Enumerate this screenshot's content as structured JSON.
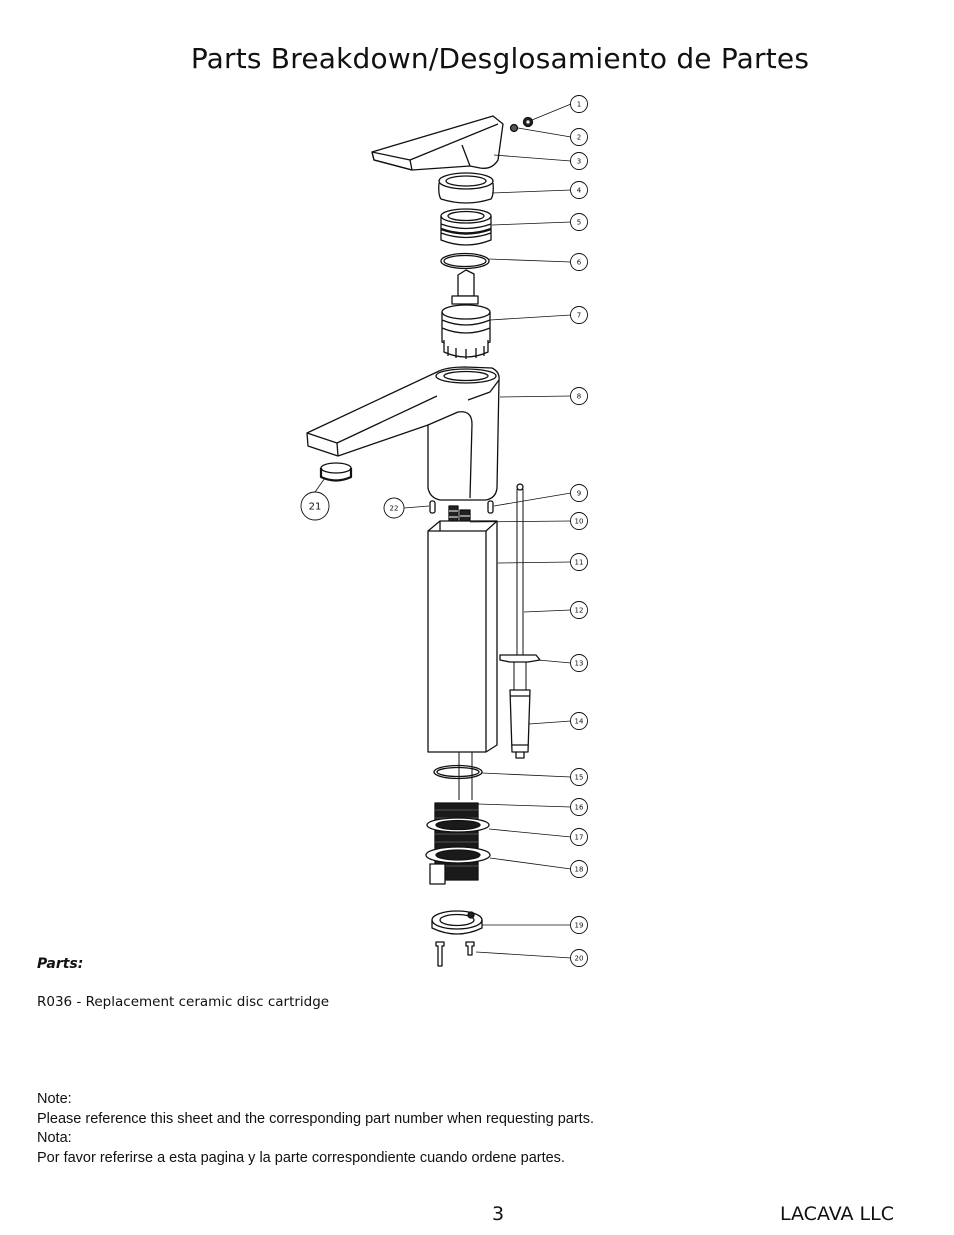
{
  "title": "Parts Breakdown/Desglosamiento de Partes",
  "diagram": {
    "callouts": [
      "1",
      "2",
      "3",
      "4",
      "5",
      "6",
      "7",
      "8",
      "9",
      "10",
      "11",
      "12",
      "13",
      "14",
      "15",
      "16",
      "17",
      "18",
      "19",
      "20",
      "21",
      "22"
    ]
  },
  "parts": {
    "heading": "Parts:",
    "items": [
      "R036 - Replacement ceramic disc cartridge"
    ]
  },
  "notes": {
    "label_en": "Note:",
    "text_en": "Please reference this sheet and the corresponding part number when requesting parts.",
    "label_es": "Nota:",
    "text_es": "Por favor referirse a esta pagina y la parte correspondiente cuando ordene partes."
  },
  "footer": {
    "page_number": "3",
    "company": "LACAVA LLC"
  }
}
